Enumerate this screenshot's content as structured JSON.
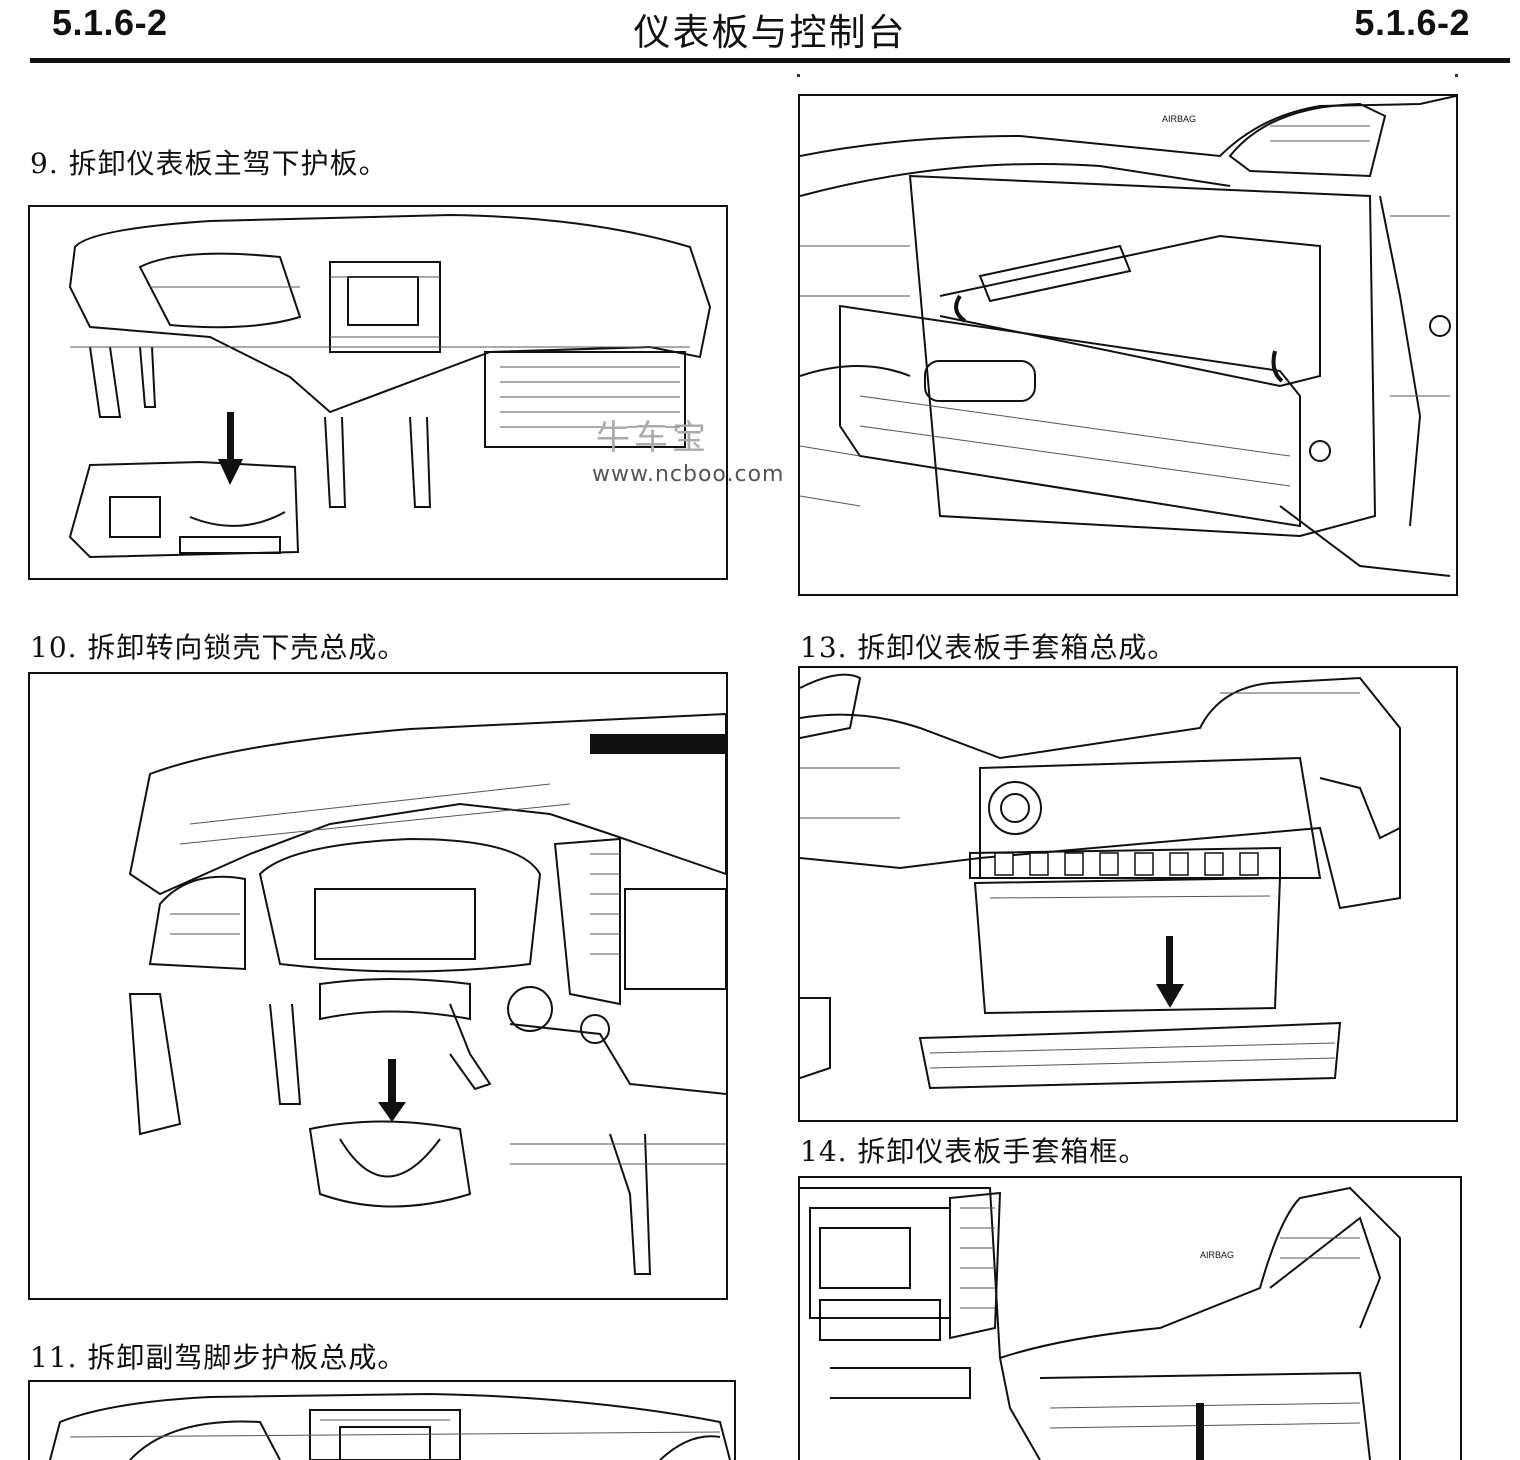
{
  "header": {
    "page_number_left": "5.1.6-2",
    "section_title": "仪表板与控制台",
    "page_number_right": "5.1.6-2"
  },
  "steps": [
    {
      "id": 9,
      "text": "9.  拆卸仪表板主驾下护板。"
    },
    {
      "id": 10,
      "text": "10.  拆卸转向锁壳下壳总成。"
    },
    {
      "id": 11,
      "text": "11.  拆卸副驾脚步护板总成。"
    },
    {
      "id": 13,
      "text": "13.  拆卸仪表板手套箱总成。"
    },
    {
      "id": 14,
      "text": "14.  拆卸仪表板手套箱框。"
    }
  ],
  "watermark": {
    "logo": "牛车宝",
    "url": "www.ncboo.com"
  },
  "figure_labels": {
    "airbag": "AIRBAG"
  }
}
